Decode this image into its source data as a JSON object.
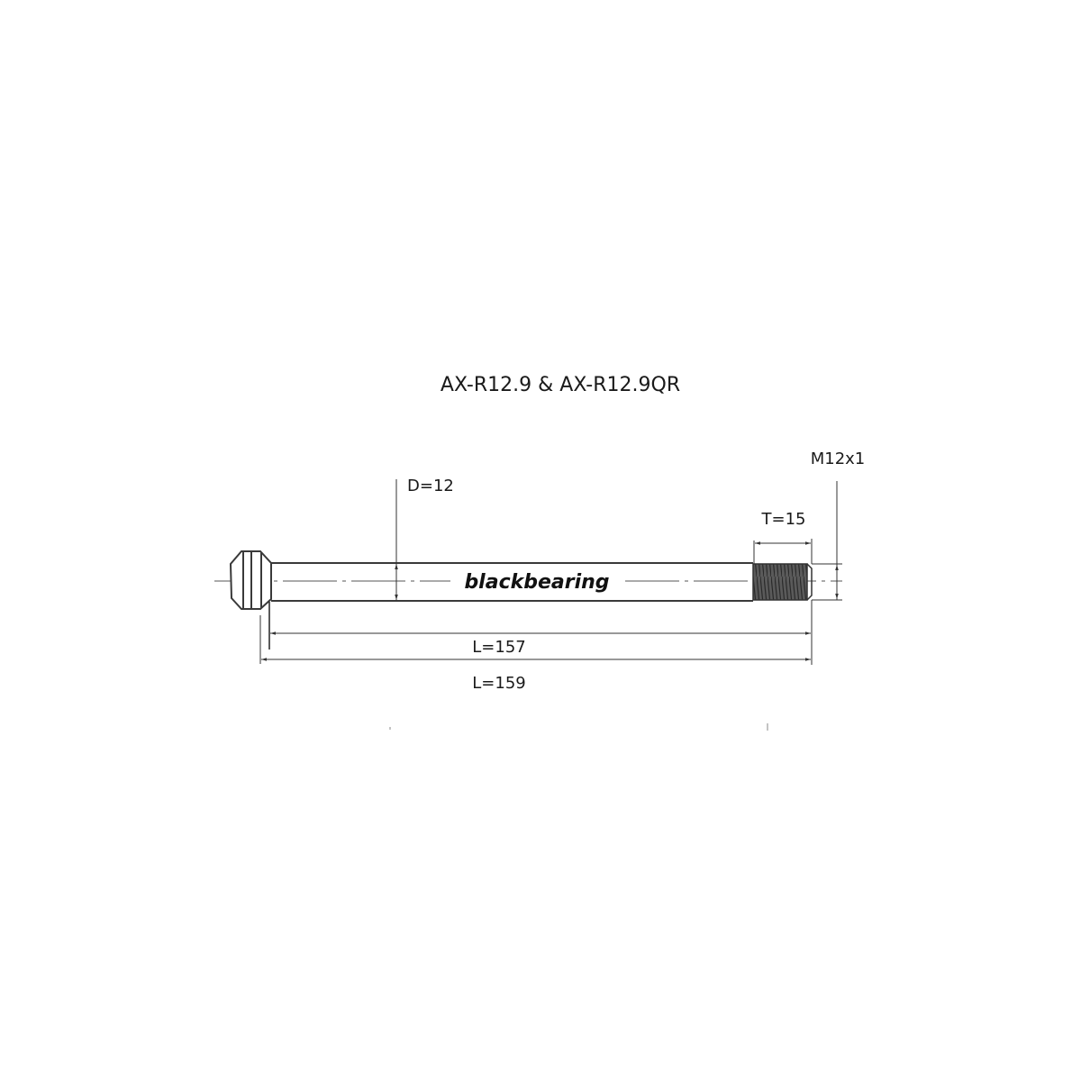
{
  "title": "AX-R12.9 & AX-R12.9QR",
  "brand": "blackbearing",
  "dimensions": {
    "diameter": "D=12",
    "thread_length": "T=15",
    "thread_spec": "M12x1",
    "length_inner": "L=157",
    "length_overall": "L=159"
  },
  "colors": {
    "line": "#3a3a3a",
    "thread": "#555555",
    "text": "#1a1a1a"
  }
}
